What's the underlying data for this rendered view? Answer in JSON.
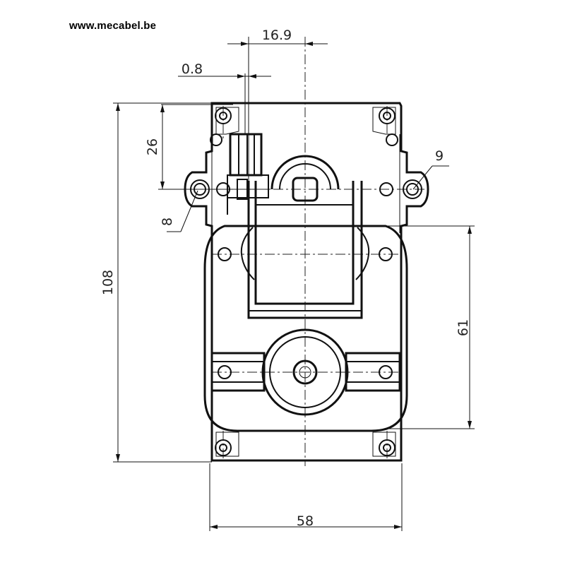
{
  "header": {
    "website": "www.mecabel.be"
  },
  "dimensions": {
    "shaft_offset": "16.9",
    "pin_offset": "0.8",
    "mount_height": "26",
    "hole_right": "9",
    "hole_left": "8",
    "total_height": "108",
    "lower_height": "61",
    "total_width": "58"
  }
}
